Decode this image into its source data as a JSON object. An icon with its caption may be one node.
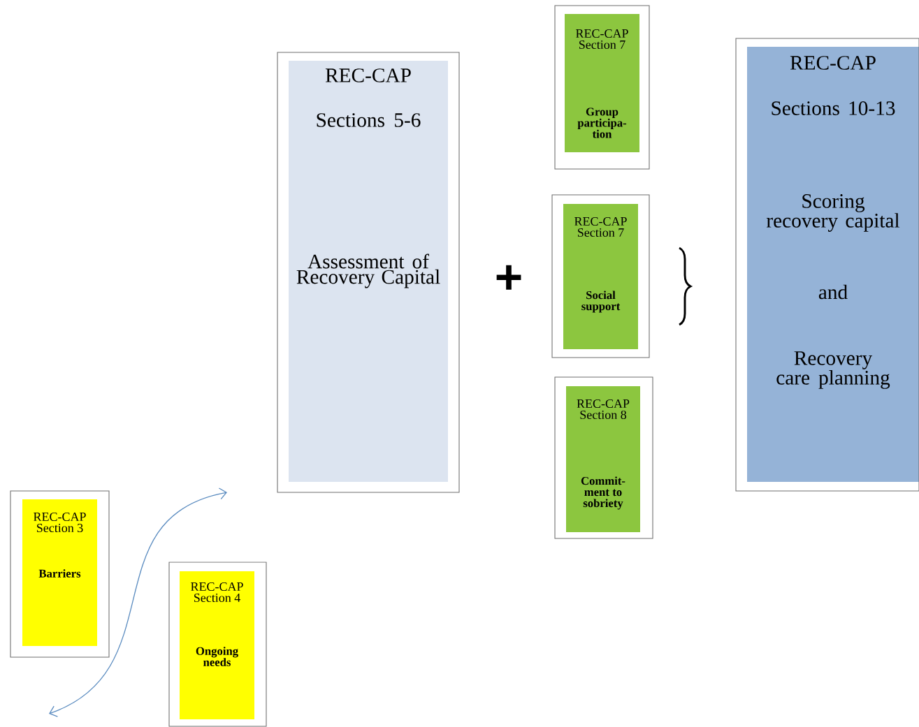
{
  "diagram": {
    "nodes": [
      {
        "text": [
          "REC-CAP",
          "Sections 5-6",
          "Assessment of Recovery Capital"
        ]
      },
      {
        "text": [
          "REC-CAP Section 7",
          "Group participa- tion"
        ]
      },
      {
        "text": [
          "REC-CAP Section 7",
          "Social support"
        ]
      },
      {
        "text": [
          "REC-CAP Section 8",
          "Commit- ment to sobriety"
        ]
      },
      {
        "text": [
          "REC-CAP",
          "Sections 10-13",
          "Scoring recovery capital",
          "and",
          "Recovery care planning"
        ]
      },
      {
        "text": [
          "REC-CAP Section 3",
          "Barriers"
        ]
      },
      {
        "text": [
          "REC-CAP Section 4",
          "Ongoing needs"
        ]
      }
    ],
    "labels": [
      "+"
    ]
  }
}
